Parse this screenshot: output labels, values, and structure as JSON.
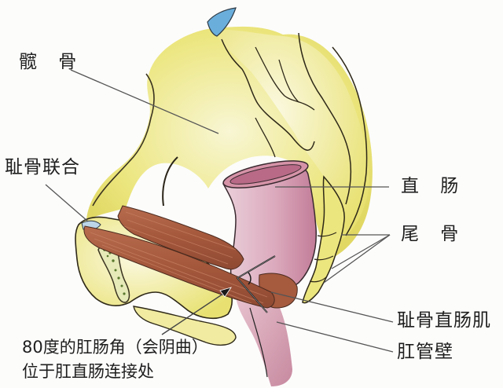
{
  "diagram": {
    "type": "anatomical-illustration",
    "subject": "pelvic floor / anorectal angle (sagittal view)",
    "labels": {
      "ilium": "髋 骨",
      "pubic_symphysis": "耻骨联合",
      "rectum": "直 肠",
      "coccyx": "尾 骨",
      "puborectalis": "耻骨直肠肌",
      "anal_canal_wall": "肛管壁",
      "anorectal_angle_line1": "80度的肛肠角（会阴曲）",
      "anorectal_angle_line2": "位于肛直肠连接处"
    },
    "colors": {
      "background": "#fcfcfb",
      "bone": "#e6e07a",
      "bone_light": "#f6f3c6",
      "bone_outline": "#3a3320",
      "cartilage_blue": "#6aaedc",
      "rectum": "#d9a6b8",
      "rectum_dark": "#b86a86",
      "muscle": "#a65a3e",
      "muscle_light": "#c98466",
      "leader_line": "#555555",
      "text": "#1e1e1e"
    }
  }
}
